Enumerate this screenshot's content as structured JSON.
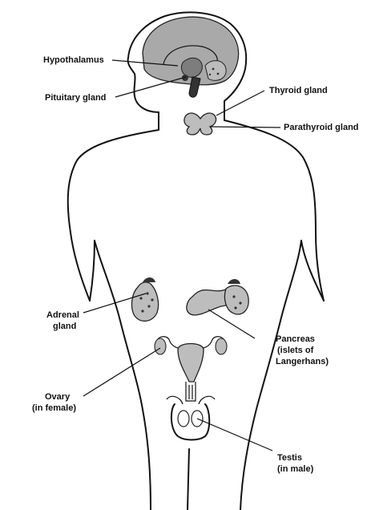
{
  "labels": {
    "hypothalamus": "Hypothalamus",
    "pituitary": "Pituitary gland",
    "thyroid": "Thyroid gland",
    "parathyroid": "Parathyroid gland",
    "adrenal_line1": "Adrenal",
    "adrenal_line2": "gland",
    "pancreas_line1": "Pancreas",
    "pancreas_line2": "(islets of",
    "pancreas_line3": "Langerhans)",
    "ovary_line1": "Ovary",
    "ovary_line2": "(in female)",
    "testis_line1": "Testis",
    "testis_line2": "(in male)"
  },
  "colors": {
    "outline": "#111111",
    "brain_fill": "#a9a9a9",
    "gland_fill": "#bdbdbd",
    "background": "#ffffff"
  }
}
